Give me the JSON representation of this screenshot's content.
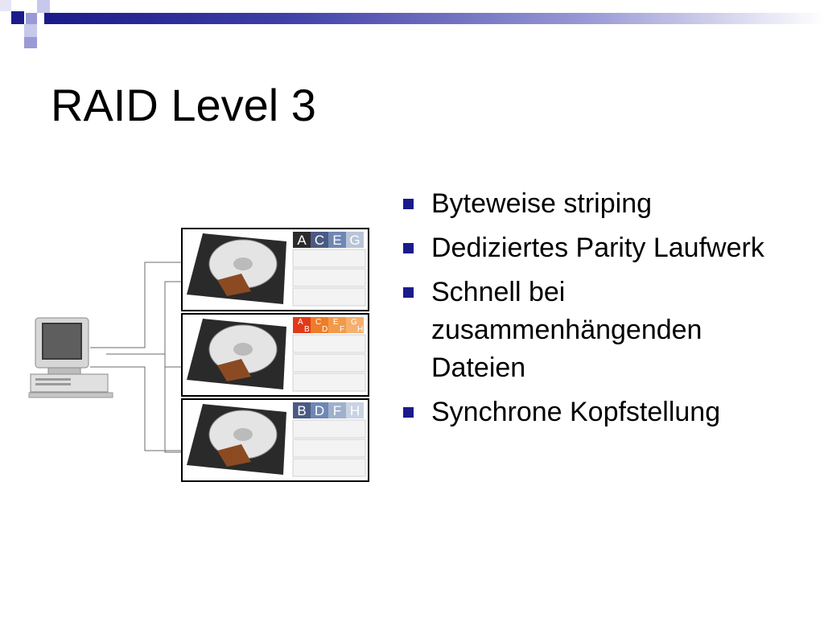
{
  "slide": {
    "title": "RAID Level 3",
    "accent_color": "#1b1b8c",
    "bullets": [
      "Byteweise striping",
      "Dediziertes Parity Laufwerk",
      "Schnell bei zusammenhängenden Dateien",
      "Synchrone Kopfstellung"
    ]
  },
  "diagram": {
    "disk1_blocks": [
      "A",
      "C",
      "E",
      "G"
    ],
    "parity_blocks": [
      {
        "top": "A",
        "bottom": "B"
      },
      {
        "top": "C",
        "bottom": "D"
      },
      {
        "top": "E",
        "bottom": "F"
      },
      {
        "top": "G",
        "bottom": "H"
      }
    ],
    "disk2_blocks": [
      "B",
      "D",
      "F",
      "H"
    ]
  }
}
